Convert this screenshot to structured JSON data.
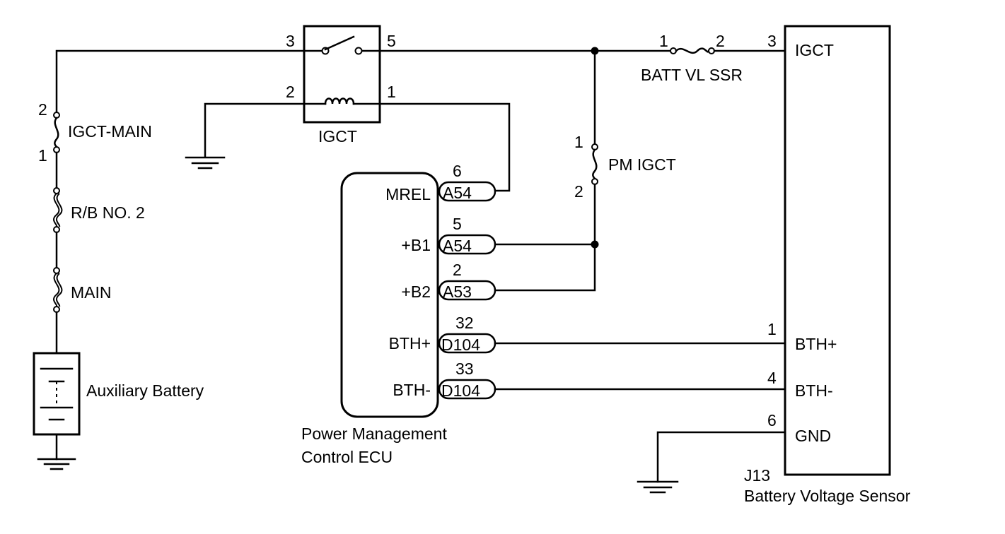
{
  "components": {
    "igct_relay": {
      "label": "IGCT",
      "pins": {
        "p3": "3",
        "p5": "5",
        "p2": "2",
        "p1": "1"
      }
    },
    "igct_main_fuse": {
      "label": "IGCT-MAIN",
      "pin_top": "2",
      "pin_bottom": "1"
    },
    "rb_no2_fusible": {
      "label": "R/B NO. 2"
    },
    "main_fusible": {
      "label": "MAIN"
    },
    "auxiliary_battery": {
      "label": "Auxiliary Battery"
    },
    "batt_vl_ssr_fuse": {
      "label": "BATT VL SSR",
      "pin_left": "1",
      "pin_right": "2"
    },
    "pm_igct_fuse": {
      "label": "PM IGCT",
      "pin_top": "1",
      "pin_bottom": "2"
    },
    "ecu": {
      "label_line1": "Power Management",
      "label_line2": "Control ECU",
      "terminals": [
        {
          "name": "MREL",
          "connector": "A54",
          "pin": "6"
        },
        {
          "name": "+B1",
          "connector": "A54",
          "pin": "5"
        },
        {
          "name": "+B2",
          "connector": "A53",
          "pin": "2"
        },
        {
          "name": "BTH+",
          "connector": "D104",
          "pin": "32"
        },
        {
          "name": "BTH-",
          "connector": "D104",
          "pin": "33"
        }
      ]
    },
    "battery_voltage_sensor": {
      "code": "J13",
      "label": "Battery Voltage Sensor",
      "terminals": [
        {
          "name": "IGCT",
          "pin": "3"
        },
        {
          "name": "BTH+",
          "pin": "1"
        },
        {
          "name": "BTH-",
          "pin": "4"
        },
        {
          "name": "GND",
          "pin": "6"
        }
      ]
    }
  }
}
